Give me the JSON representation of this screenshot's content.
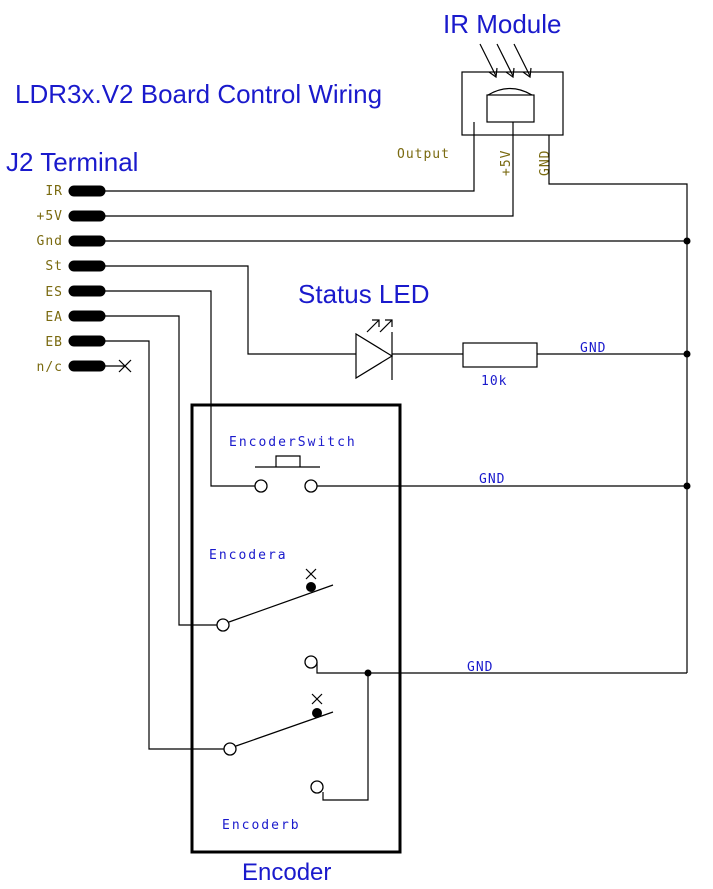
{
  "title": "LDR3x.V2 Board Control Wiring",
  "terminal": {
    "heading": "J2 Terminal",
    "pins": [
      "IR",
      "+5V",
      "Gnd",
      "St",
      "ES",
      "EA",
      "EB",
      "n/c"
    ]
  },
  "ir_module": {
    "heading": "IR Module",
    "pins": [
      "Output",
      "+5V",
      "GND"
    ]
  },
  "status_led": {
    "heading": "Status LED",
    "resistor": "10k",
    "ground": "GND"
  },
  "encoder": {
    "heading": "Encoder",
    "switch_label": "EncoderSwitch",
    "encoder_a_label": "Encodera",
    "encoder_b_label": "Encoderb",
    "switch_ground": "GND",
    "encoder_ground": "GND"
  }
}
